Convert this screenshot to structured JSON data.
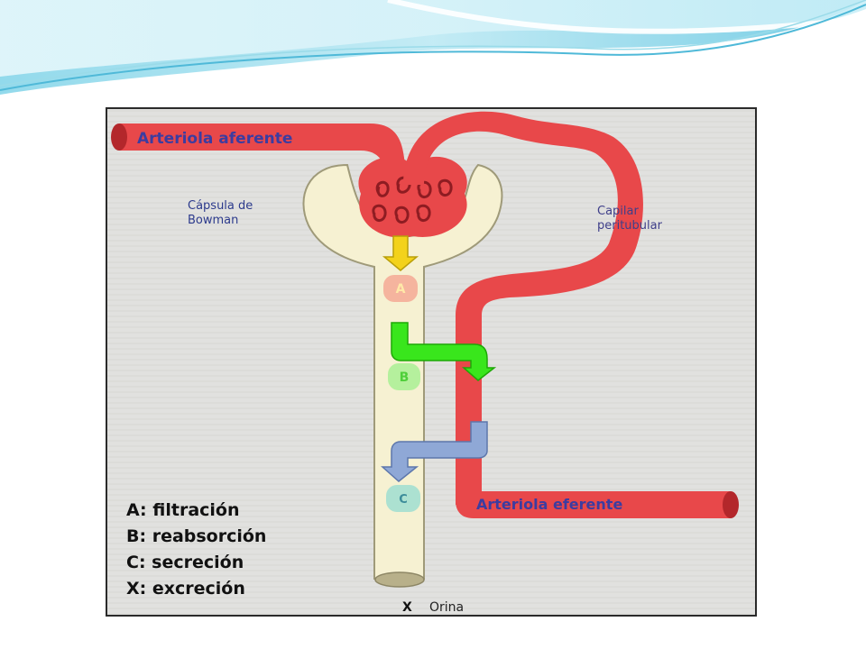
{
  "diagram": {
    "labels": {
      "afferent": "Arteriola aferente",
      "bowman_line1": "Cápsula de",
      "bowman_line2": "Bowman",
      "peritubular_line1": "Capilar",
      "peritubular_line2": "peritubular",
      "efferent": "Arteriola eferente",
      "marker_a": "A",
      "marker_b": "B",
      "marker_c": "C",
      "marker_x": "X",
      "urine": "Orina"
    },
    "legend": [
      "A: filtración",
      "B: reabsorción",
      "C: secreción",
      "X: excreción"
    ],
    "colors": {
      "vessel": "#e8484a",
      "vessel_dark": "#b3272b",
      "tubule": "#f6f1d2",
      "filtration_arrow": "#f3d21b",
      "reabsorption_arrow": "#39e61c",
      "secretion_arrow": "#8fa8d6",
      "label_blue": "#2c3a8c",
      "peritubular_label": "#3f3f8a",
      "paper": "#e1e1df"
    }
  }
}
